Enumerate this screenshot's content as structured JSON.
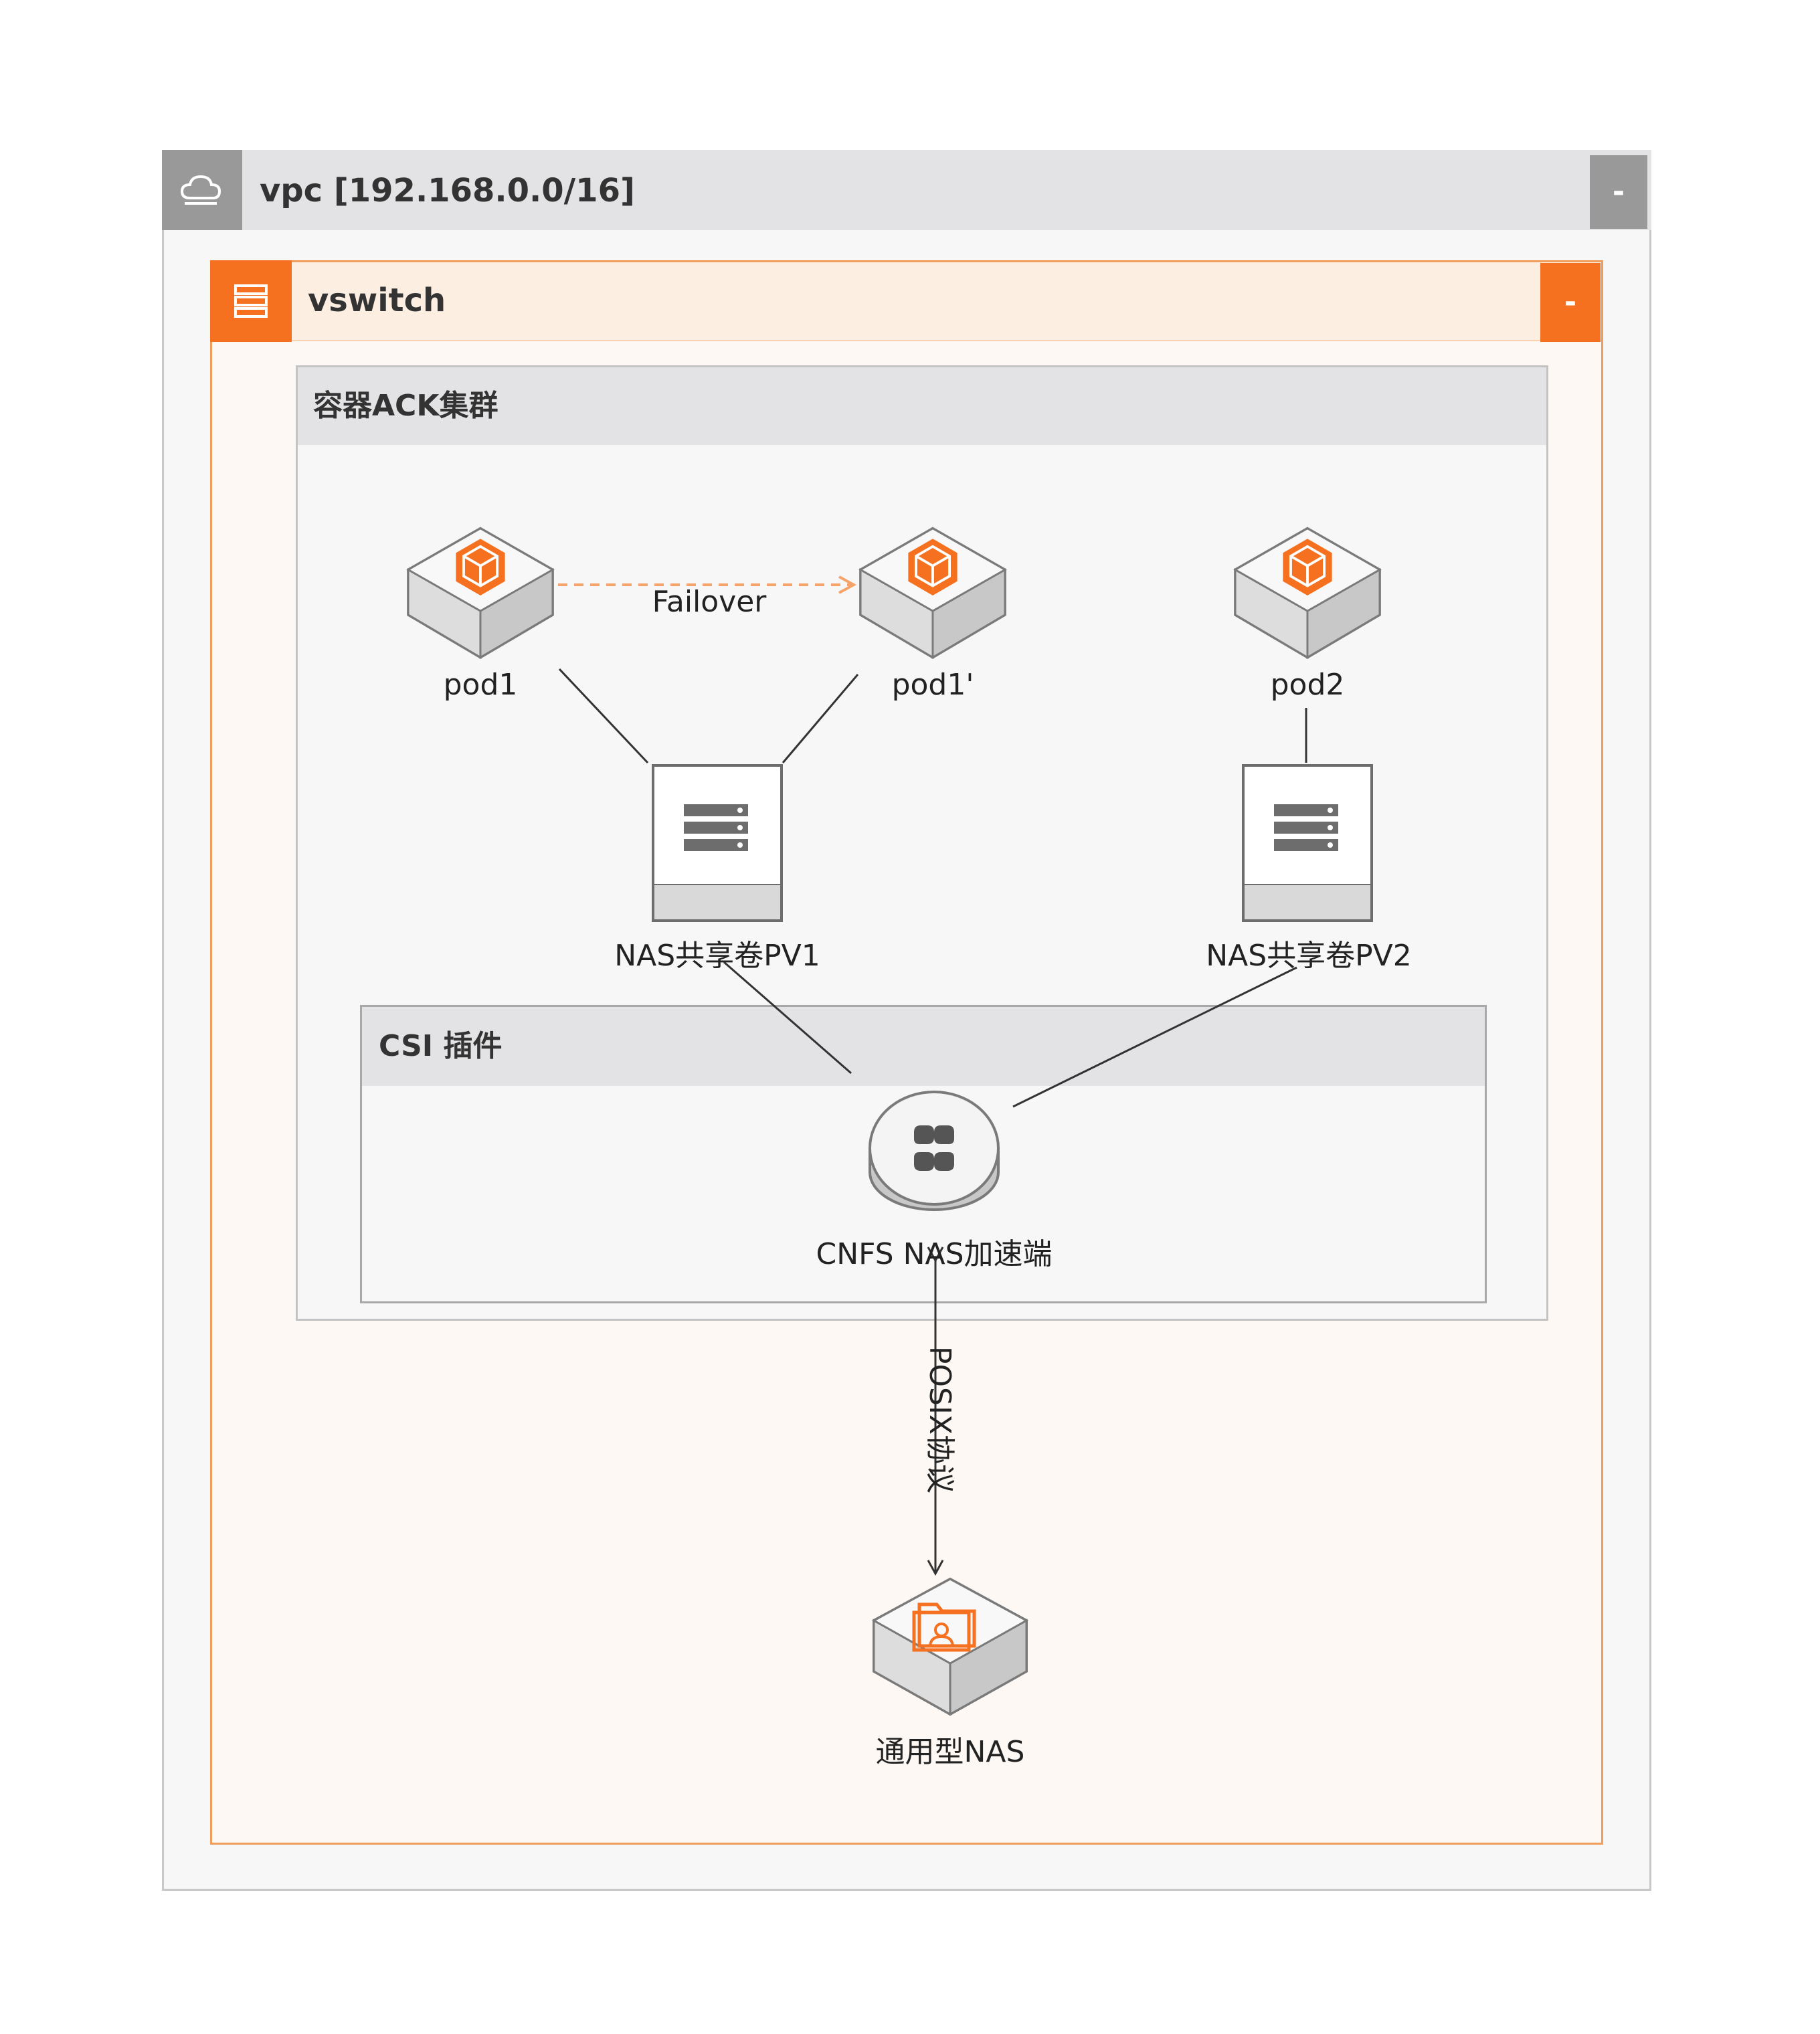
{
  "vpc": {
    "title": "vpc [192.168.0.0/16]",
    "collapse": "-",
    "icon": "cloud-icon"
  },
  "vswitch": {
    "title": "vswitch",
    "collapse": "-",
    "icon": "server-rack-icon"
  },
  "ack_cluster": {
    "title": "容器ACK集群"
  },
  "pods": [
    {
      "label": "pod1",
      "icon": "pod-cube-icon"
    },
    {
      "label": "pod1'",
      "icon": "pod-cube-icon"
    },
    {
      "label": "pod2",
      "icon": "pod-cube-icon"
    }
  ],
  "failover_label": "Failover",
  "volumes": [
    {
      "label": "NAS共享卷PV1",
      "icon": "storage-volume-icon"
    },
    {
      "label": "NAS共享卷PV2",
      "icon": "storage-volume-icon"
    }
  ],
  "csi": {
    "title": "CSI 插件"
  },
  "cnfs": {
    "label": "CNFS NAS加速端",
    "icon": "cnfs-accelerator-icon"
  },
  "protocol_label": "POSIX协议",
  "nas": {
    "label": "通用型NAS",
    "icon": "nas-folder-icon"
  },
  "colors": {
    "accent": "#f5701f",
    "gray": "#999999",
    "border_orange": "#f29c5a"
  }
}
